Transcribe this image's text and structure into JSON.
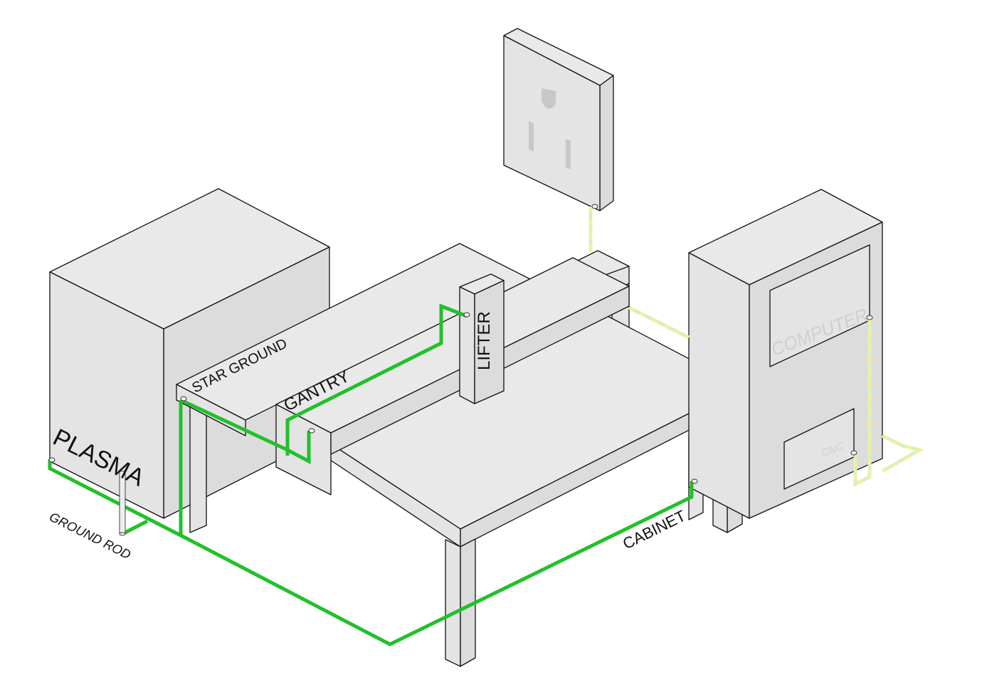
{
  "labels": {
    "plasma": "PLASMA",
    "star_ground": "STAR GROUND",
    "gantry": "GANTRY",
    "lifter": "LIFTER",
    "cabinet": "CABINET",
    "ground_rod": "GROUND ROD",
    "computer": "COMPUTER",
    "cnc": "CNC"
  },
  "colors": {
    "ground_wire": "#22c02a",
    "house_ground_wire": "#e8f5b0",
    "equipment_fill": "#e4e4e4",
    "outline": "#111111"
  },
  "icons": [
    "wall-outlet-icon"
  ]
}
